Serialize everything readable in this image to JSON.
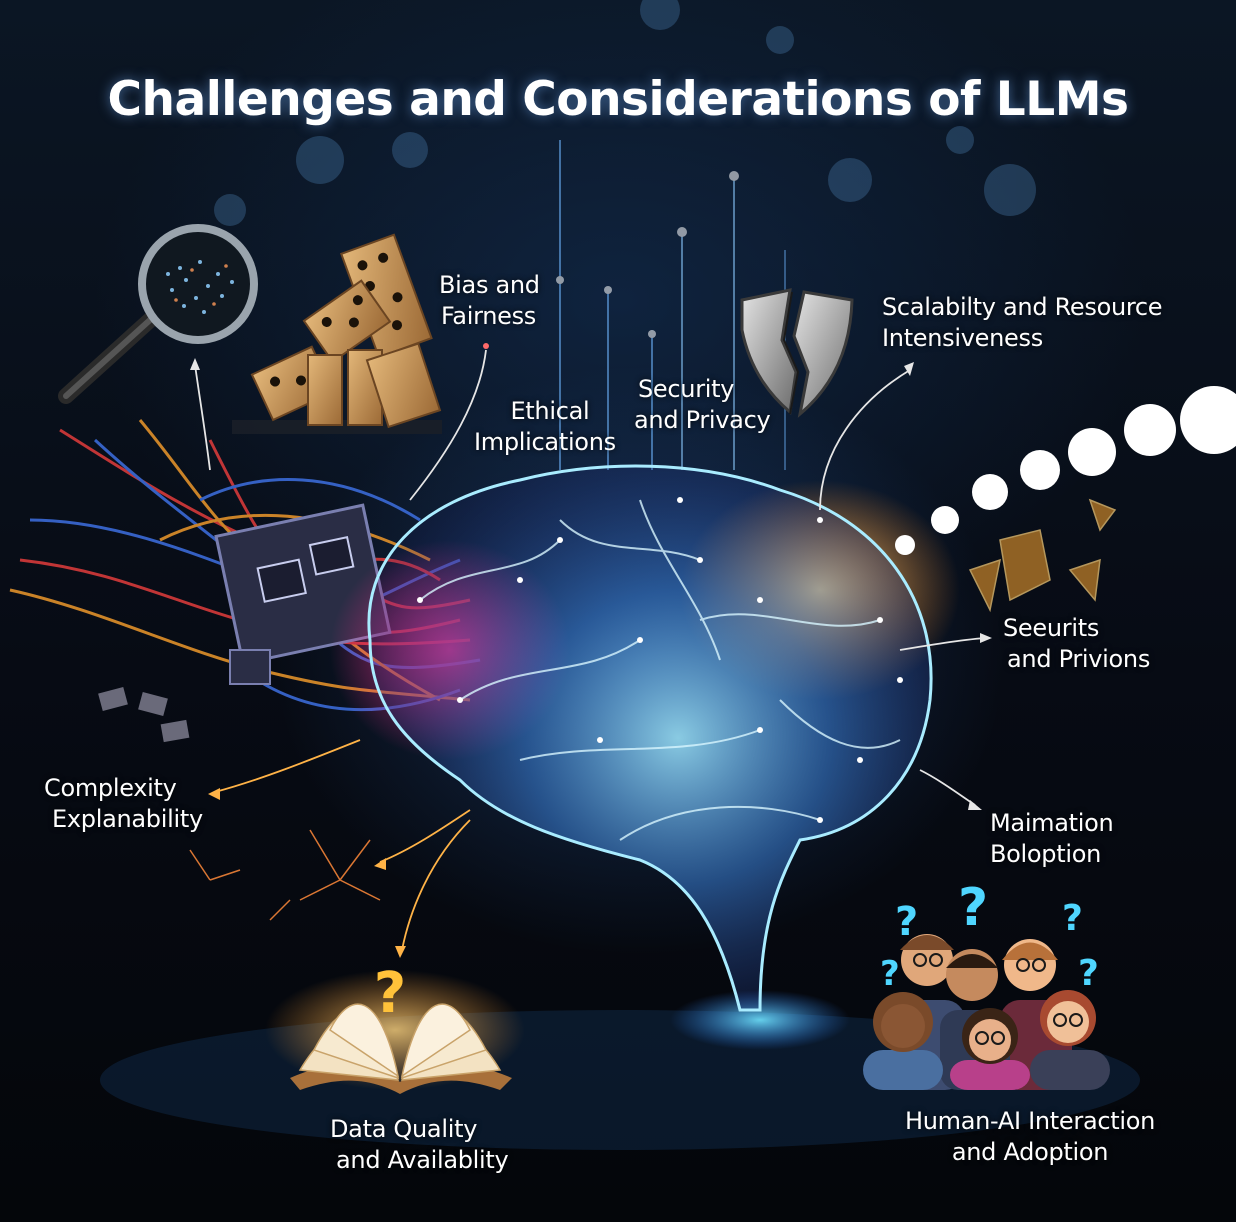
{
  "title": "Challenges and Considerations of LLMs",
  "labels": {
    "bias": {
      "line1": "Bias and",
      "line2": "Fairness"
    },
    "ethical": {
      "line1": "Ethical",
      "line2": "Implications"
    },
    "security": {
      "line1": "Security",
      "line2": "and Privacy"
    },
    "scalability": {
      "line1": "Scalabilty and Resource",
      "line2": "Intensiveness"
    },
    "seeurits": {
      "line1": "Seeurits",
      "line2": "and Privions"
    },
    "complexity": {
      "line1": "Complexity",
      "line2": "Explanability"
    },
    "maimation": {
      "line1": "Maimation",
      "line2": "Boloption"
    },
    "data_quality": {
      "line1": "Data Quality",
      "line2": "and Availablity"
    },
    "human_ai": {
      "line1": "Human-AI Interaction",
      "line2": "and Adoption"
    }
  },
  "icons": {
    "magnifier": "magnifying-glass-icon",
    "dominoes": "dominoes-icon",
    "shield": "broken-shield-icon",
    "chips": "circuit-chip-icon",
    "book": "open-book-icon",
    "people": "people-group-icon",
    "brain": "glowing-brain-icon",
    "bubbles": "thought-bubbles-icon"
  },
  "colors": {
    "brain_blue": "#5fd4ff",
    "brain_magenta": "#ff2f8f",
    "brain_orange": "#ffb347",
    "question_cyan": "#4fd6ff",
    "question_gold": "#ffc23a"
  }
}
